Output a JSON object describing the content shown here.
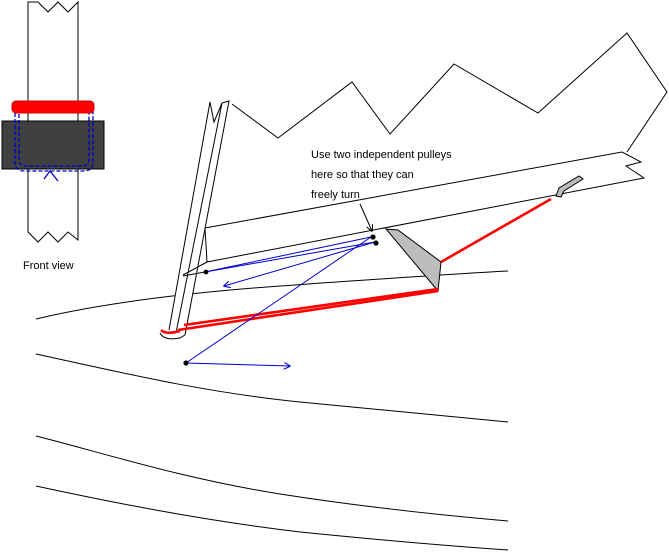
{
  "labels": {
    "front_view": "Front view",
    "note_line1": "Use two independent pulleys",
    "note_line2": "here so that they can",
    "note_line3": "freely turn"
  },
  "colors": {
    "outline": "#000000",
    "rope_red": "#ff0000",
    "rope_blue": "#0000cc",
    "block_dark": "#404040",
    "fairlead_grey": "#bdbdbd"
  }
}
